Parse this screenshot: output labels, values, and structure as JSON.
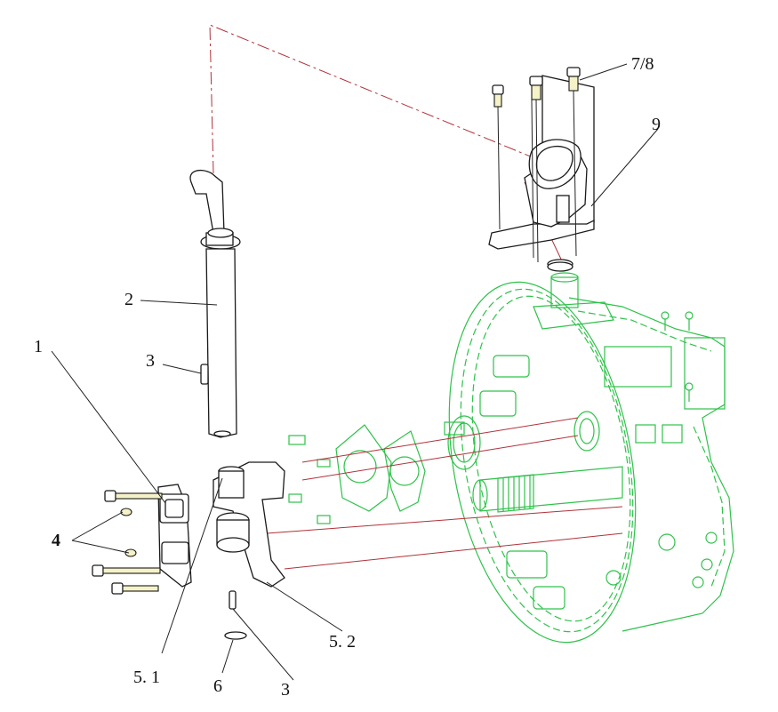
{
  "labels": {
    "l1": "1",
    "l2": "2",
    "l3_upper": "3",
    "l3_lower": "3",
    "l4": "4",
    "l51": "5. 1",
    "l52": "5. 2",
    "l6": "6",
    "l78": "7/8",
    "l9": "9"
  },
  "colors": {
    "parts": "#1a1a1a",
    "housing": "#2ec24a",
    "assembly_lines": "#b0323a"
  }
}
